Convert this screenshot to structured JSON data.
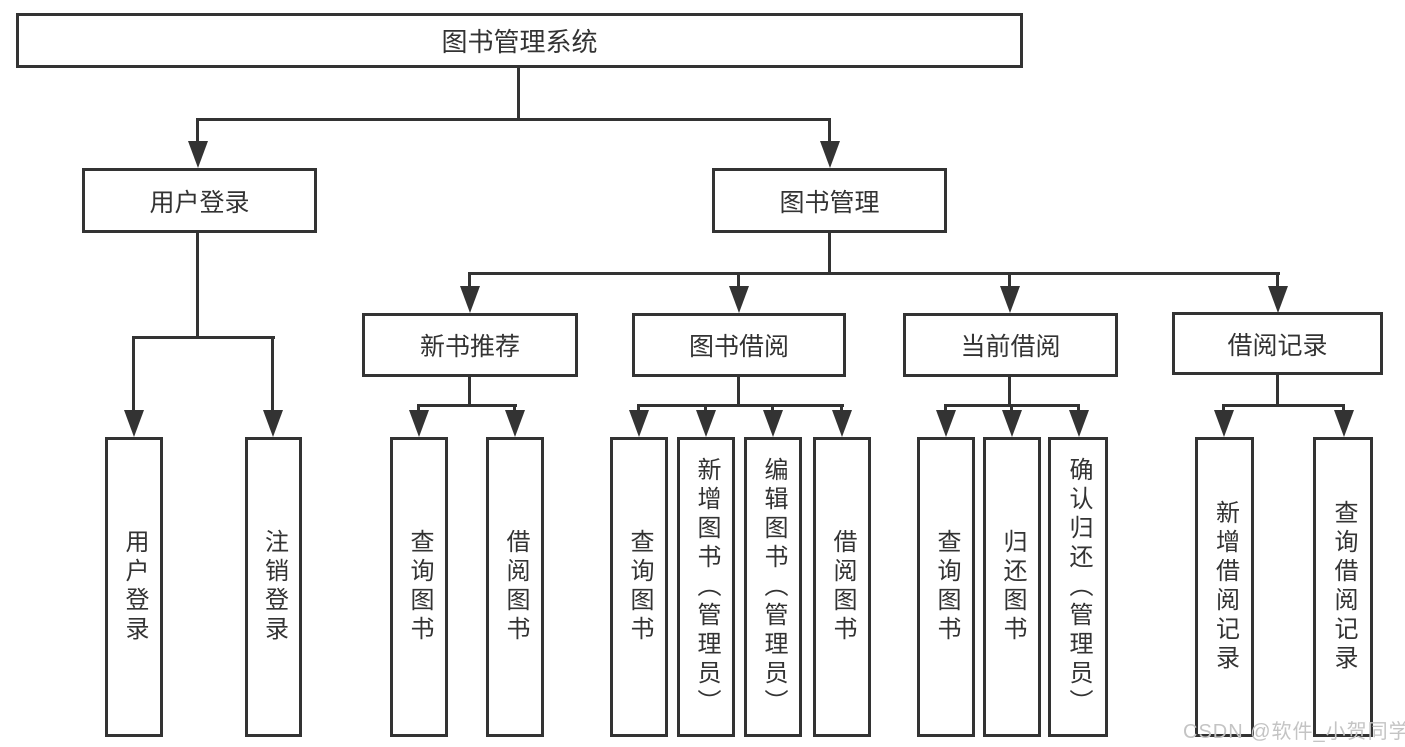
{
  "diagram": {
    "title_node": {
      "label": "图书管理系统"
    },
    "level2": [
      {
        "label": "用户登录"
      },
      {
        "label": "图书管理"
      }
    ],
    "level3": [
      {
        "label": "新书推荐",
        "parent": "图书管理"
      },
      {
        "label": "图书借阅",
        "parent": "图书管理"
      },
      {
        "label": "当前借阅",
        "parent": "图书管理"
      },
      {
        "label": "借阅记录",
        "parent": "图书管理"
      }
    ],
    "leaves": [
      {
        "label": "用户登录",
        "parent": "用户登录"
      },
      {
        "label": "注销登录",
        "parent": "用户登录"
      },
      {
        "label": "查询图书",
        "parent": "新书推荐"
      },
      {
        "label": "借阅图书",
        "parent": "新书推荐"
      },
      {
        "label": "查询图书",
        "parent": "图书借阅"
      },
      {
        "label": "新增图书（管理员）",
        "parent": "图书借阅"
      },
      {
        "label": "编辑图书（管理员）",
        "parent": "图书借阅"
      },
      {
        "label": "借阅图书",
        "parent": "图书借阅"
      },
      {
        "label": "查询图书",
        "parent": "当前借阅"
      },
      {
        "label": "归还图书",
        "parent": "当前借阅"
      },
      {
        "label": "确认归还（管理员）",
        "parent": "当前借阅"
      },
      {
        "label": "新增借阅记录",
        "parent": "借阅记录"
      },
      {
        "label": "查询借阅记录",
        "parent": "借阅记录"
      }
    ],
    "colors": {
      "line": "#333333",
      "text": "#333333",
      "background": "#ffffff",
      "watermark": "#c4c4c4"
    }
  },
  "watermark": {
    "text": "CSDN @软件_小贺同学"
  }
}
